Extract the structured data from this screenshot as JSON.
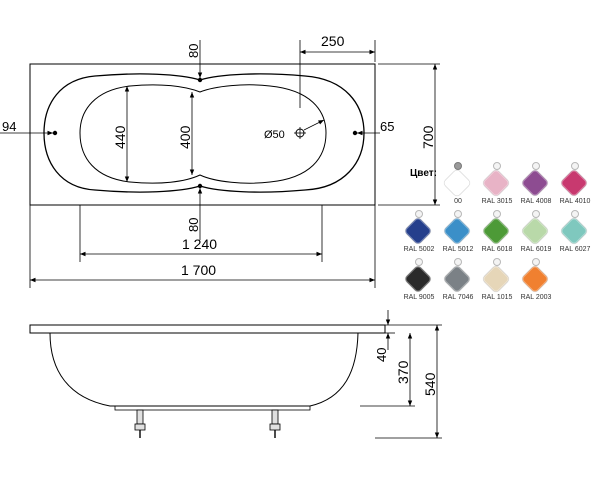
{
  "top_view": {
    "dim_width_overall": "1 700",
    "dim_inner_width": "1 240",
    "dim_outlet_offset": "250",
    "dim_rim_top": "80",
    "dim_rim_bottom": "80",
    "dim_basin_width": "440",
    "dim_basin_inner": "400",
    "dim_drain": "Ø50",
    "dim_rim_right": "65",
    "dim_rim_left": "94",
    "dim_height_overall": "700"
  },
  "side_view": {
    "dim_rim": "40",
    "dim_depth": "370",
    "dim_total_height": "540"
  },
  "palette": {
    "title": "Цвет:",
    "colors": [
      {
        "label": "00",
        "color": "#ffffff",
        "selected": true
      },
      {
        "label": "RAL 3015",
        "color": "#e8b3c6",
        "selected": false
      },
      {
        "label": "RAL 4008",
        "color": "#8d4c91",
        "selected": false
      },
      {
        "label": "RAL 4010",
        "color": "#c8396f",
        "selected": false
      },
      {
        "label": "RAL 5002",
        "color": "#253f8c",
        "selected": false
      },
      {
        "label": "RAL 5012",
        "color": "#3b8fc8",
        "selected": false
      },
      {
        "label": "RAL 6018",
        "color": "#4d9a37",
        "selected": false
      },
      {
        "label": "RAL 6019",
        "color": "#b9d9a9",
        "selected": false
      },
      {
        "label": "RAL 6027",
        "color": "#7fc8be",
        "selected": false
      },
      {
        "label": "RAL 9005",
        "color": "#2a2a2a",
        "selected": false
      },
      {
        "label": "RAL 7046",
        "color": "#7b8186",
        "selected": false
      },
      {
        "label": "RAL 1015",
        "color": "#e6d6b8",
        "selected": false
      },
      {
        "label": "RAL 2003",
        "color": "#f08030",
        "selected": false
      }
    ]
  }
}
